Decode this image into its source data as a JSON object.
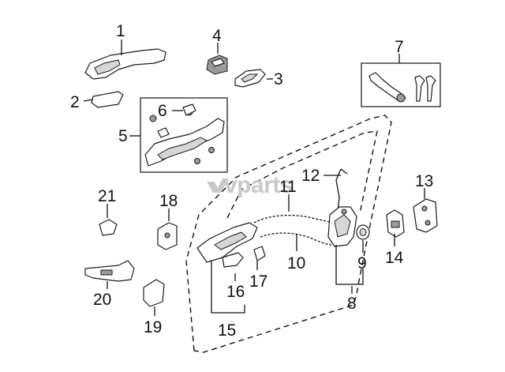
{
  "watermark": {
    "text": "vparts"
  },
  "callouts": {
    "c1": "1",
    "c2": "2",
    "c3": "3",
    "c4": "4",
    "c5": "5",
    "c6": "6",
    "c7": "7",
    "c8": "8",
    "c9": "9",
    "c10": "10",
    "c11": "11",
    "c12": "12",
    "c13": "13",
    "c14": "14",
    "c15": "15",
    "c16": "16",
    "c17": "17",
    "c18": "18",
    "c19": "19",
    "c20": "20",
    "c21": "21"
  },
  "colors": {
    "line": "#111111",
    "watermark": "#c9c9c9",
    "shade": "#9a9a9a"
  }
}
